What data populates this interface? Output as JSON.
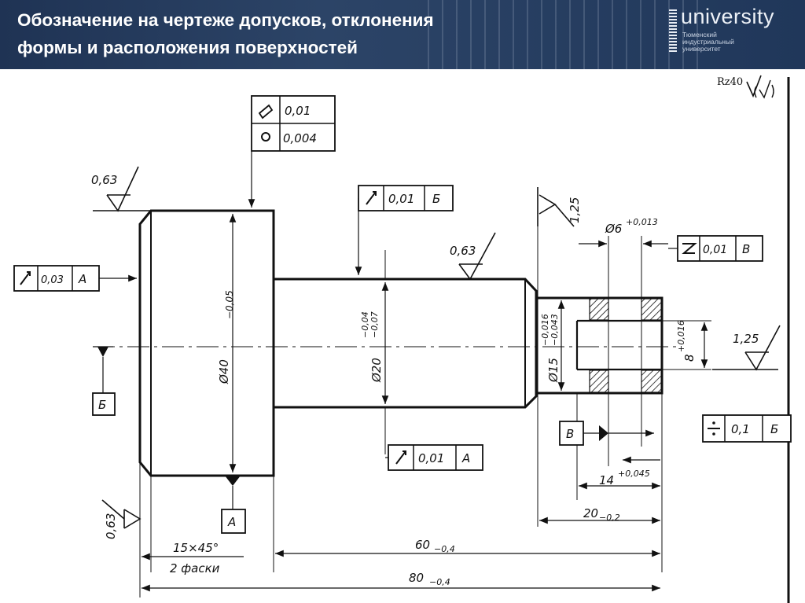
{
  "slide": {
    "title_line1": "Обозначение на чертеже допусков, отклонения",
    "title_line2": "формы и расположения поверхностей"
  },
  "logo": {
    "name": "university",
    "sub1": "Тюменский",
    "sub2": "индустриальный",
    "sub3": "университет"
  },
  "drawing": {
    "rz": "Rz40",
    "fcf_top_1": "0,01",
    "fcf_top_2": "0,004",
    "fcf_runout_top": "0,01",
    "fcf_runout_top_datum": "Б",
    "fcf_left": "0,03",
    "fcf_left_datum": "А",
    "fcf_mid_bottom": "0,01",
    "fcf_mid_bottom_datum": "А",
    "fcf_right_top": "0,01",
    "fcf_right_top_datum": "В",
    "fcf_right_bottom": "0,1",
    "fcf_right_bottom_datum": "Б",
    "datum_a": "А",
    "datum_b": "Б",
    "datum_v": "В",
    "rough_top_left": "0,63",
    "rough_mid": "0,63",
    "rough_left_side": "0,63",
    "rough_right_top": "1,25",
    "rough_right": "1,25",
    "dia_40": "Ø40",
    "dia_40_tol": "−0,05",
    "dia_20": "Ø20",
    "dia_20_tol_up": "−0,04",
    "dia_20_tol_lo": "−0,07",
    "dia_15": "Ø15",
    "dia_15_tol_up": "−0,016",
    "dia_15_tol_lo": "−0,043",
    "dia_6": "Ø6",
    "dia_6_tol": "+0,013",
    "dim_8": "8",
    "dim_8_tol": "+0,016",
    "dim_14": "14",
    "dim_14_tol": "+0,045",
    "dim_20": "20",
    "dim_20_tol": "−0,2",
    "dim_60": "60",
    "dim_60_tol": "−0,4",
    "dim_80": "80",
    "dim_80_tol": "−0,4",
    "chamfer_1": "15×45°",
    "chamfer_2": "2 фаски"
  }
}
